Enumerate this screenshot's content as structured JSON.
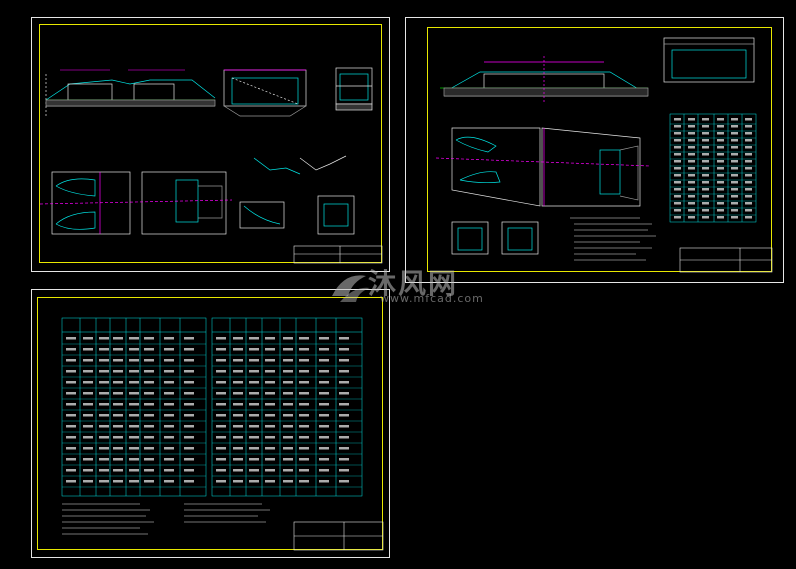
{
  "watermark": {
    "name": "沐风网",
    "url": "www.mfcad.com"
  },
  "colors": {
    "background": "#000000",
    "sheet_border": "#e6e6e6",
    "frame": "#e8e800",
    "line_cyan": "#00e5e5",
    "line_white": "#e6e6e6",
    "line_magenta": "#ff00ff",
    "line_green": "#00c800"
  },
  "sheets": [
    {
      "id": "sheet-top-left",
      "content": "culvert elevation, plan, sections and detail drawings"
    },
    {
      "id": "sheet-top-right",
      "content": "culvert elevation, plan, sections, notes and quantity table"
    },
    {
      "id": "sheet-bottom-left",
      "content": "two quantity tables with notes"
    }
  ],
  "icons": {
    "watermark_logo": "wind-logo-icon"
  }
}
